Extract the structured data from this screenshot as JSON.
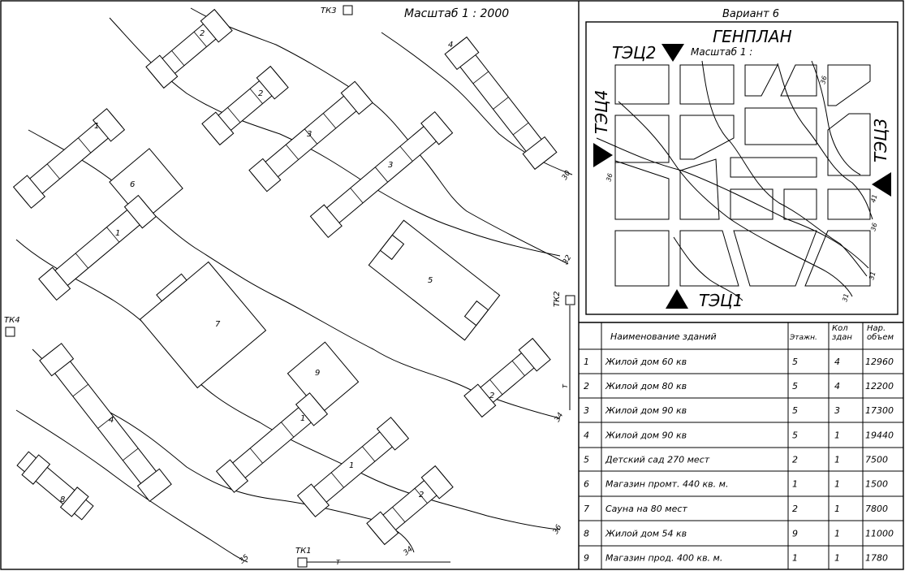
{
  "main_plan": {
    "scale_label": "Масштаб 1 : 2000",
    "heat_chambers": [
      "ТК1",
      "ТК2",
      "ТК3",
      "ТК4"
    ],
    "pipe_marker": "Т",
    "building_labels": [
      "2",
      "4",
      "2",
      "1",
      "3",
      "3",
      "6",
      "1",
      "5",
      "7",
      "2",
      "9",
      "1",
      "4",
      "1",
      "2",
      "8"
    ],
    "contour_labels": [
      "30",
      "32",
      "34",
      "36",
      "35",
      "34"
    ]
  },
  "inset": {
    "variant": "Вариант 6",
    "title": "ГЕНПЛАН",
    "scale_label": "Масштаб 1 :",
    "plants": [
      "ТЭЦ1",
      "ТЭЦ2",
      "ТЭЦ3",
      "ТЭЦ4"
    ],
    "contour_labels": [
      "36",
      "36",
      "41",
      "36",
      "31",
      "31"
    ]
  },
  "table": {
    "headers": {
      "num": "",
      "name": "Наименование зданий",
      "floors": "Этажн.",
      "count": "Кол здан",
      "volume": "Нар. объем"
    },
    "rows": [
      {
        "num": "1",
        "name": "Жилой дом 60 кв",
        "floors": "5",
        "count": "4",
        "volume": "12960"
      },
      {
        "num": "2",
        "name": "Жилой дом 80 кв",
        "floors": "5",
        "count": "4",
        "volume": "12200"
      },
      {
        "num": "3",
        "name": "Жилой дом 90 кв",
        "floors": "5",
        "count": "3",
        "volume": "17300"
      },
      {
        "num": "4",
        "name": "Жилой дом 90 кв",
        "floors": "5",
        "count": "1",
        "volume": "19440"
      },
      {
        "num": "5",
        "name": "Детский сад 270 мест",
        "floors": "2",
        "count": "1",
        "volume": "7500"
      },
      {
        "num": "6",
        "name": "Магазин промт. 440 кв. м.",
        "floors": "1",
        "count": "1",
        "volume": "1500"
      },
      {
        "num": "7",
        "name": "Сауна на 80 мест",
        "floors": "2",
        "count": "1",
        "volume": "7800"
      },
      {
        "num": "8",
        "name": "Жилой дом 54 кв",
        "floors": "9",
        "count": "1",
        "volume": "11000"
      },
      {
        "num": "9",
        "name": "Магазин прод. 400 кв. м.",
        "floors": "1",
        "count": "1",
        "volume": "1780"
      }
    ]
  }
}
